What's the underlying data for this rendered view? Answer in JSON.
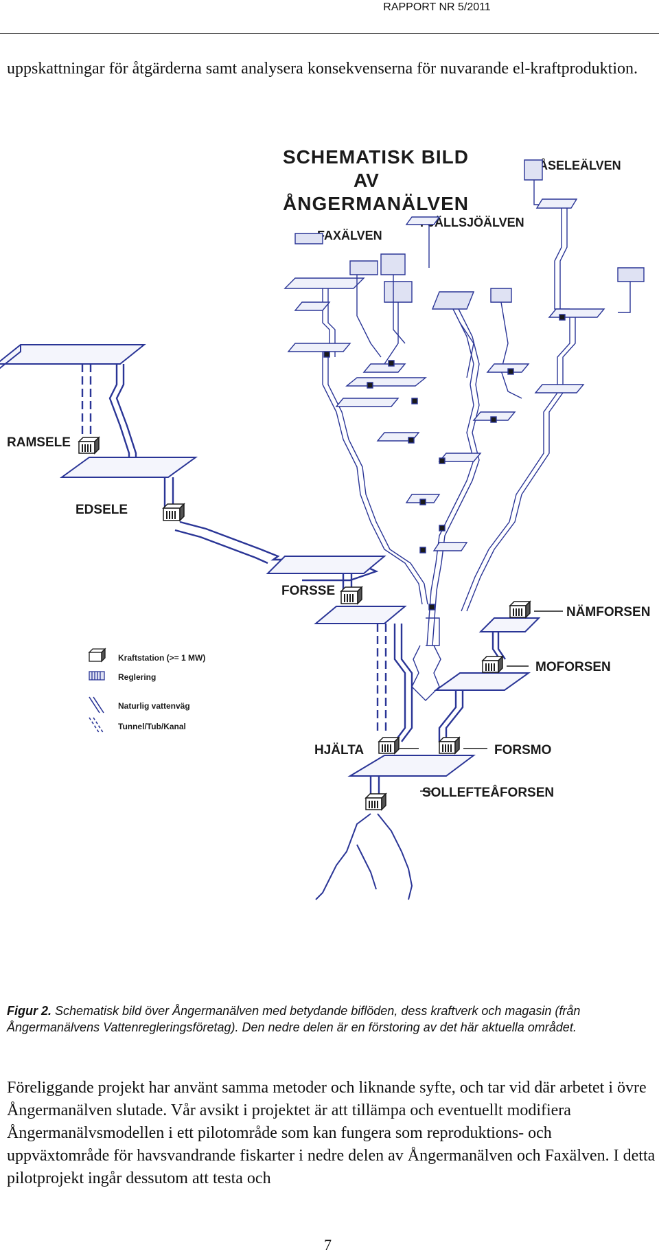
{
  "header": {
    "report_label": "RAPPORT NR 5/2011"
  },
  "intro_text": "uppskattningar för åtgärderna samt analysera konsekvenserna för nuvarande el-kraftproduktion.",
  "figure": {
    "title_line1": "SCHEMATISK BILD",
    "title_line2": "AV",
    "title_line3": "ÅNGERMANÄLVEN",
    "rivers": {
      "aselealven": "ÅSELEÄLVEN",
      "fjallsjoalven": "FJÄLLSJÖÄLVEN",
      "faxalven": "FAXÄLVEN"
    },
    "stations": {
      "ramsele": "RAMSELE",
      "edsele": "EDSELE",
      "forsse": "FORSSE",
      "namforsen": "NÄMFORSEN",
      "moforsen": "MOFORSEN",
      "hjalta": "HJÄLTA",
      "forsmo": "FORSMO",
      "sollefteaforsen": "SOLLEFTEÅFORSEN"
    },
    "legend": {
      "kraftstation": "Kraftstation (>= 1 MW)",
      "reglering": "Reglering",
      "naturlig": "Naturlig vattenväg",
      "tunnel": "Tunnel/Tub/Kanal"
    },
    "colors": {
      "line": "#2a3596",
      "dark": "#1a1a1a"
    }
  },
  "caption": {
    "label": "Figur 2.",
    "text": " Schematisk bild över Ångermanälven med betydande biflöden, dess kraftverk och magasin (från Ångermanälvens Vattenregleringsföretag). Den nedre delen är en förstoring av det här aktuella området."
  },
  "body_text": "Föreliggande projekt har använt samma metoder och liknande syfte, och tar vid där arbetet i övre Ångermanälven slutade. Vår avsikt i projektet är att tillämpa och eventuellt modifiera Ångermanälvsmodellen i ett pilotområde som kan fungera som reproduktions- och uppväxtområde för havsvandrande fiskarter i nedre delen av Ångermanälven och Faxälven. I detta pilotprojekt ingår dessutom att testa och",
  "page_number": "7"
}
